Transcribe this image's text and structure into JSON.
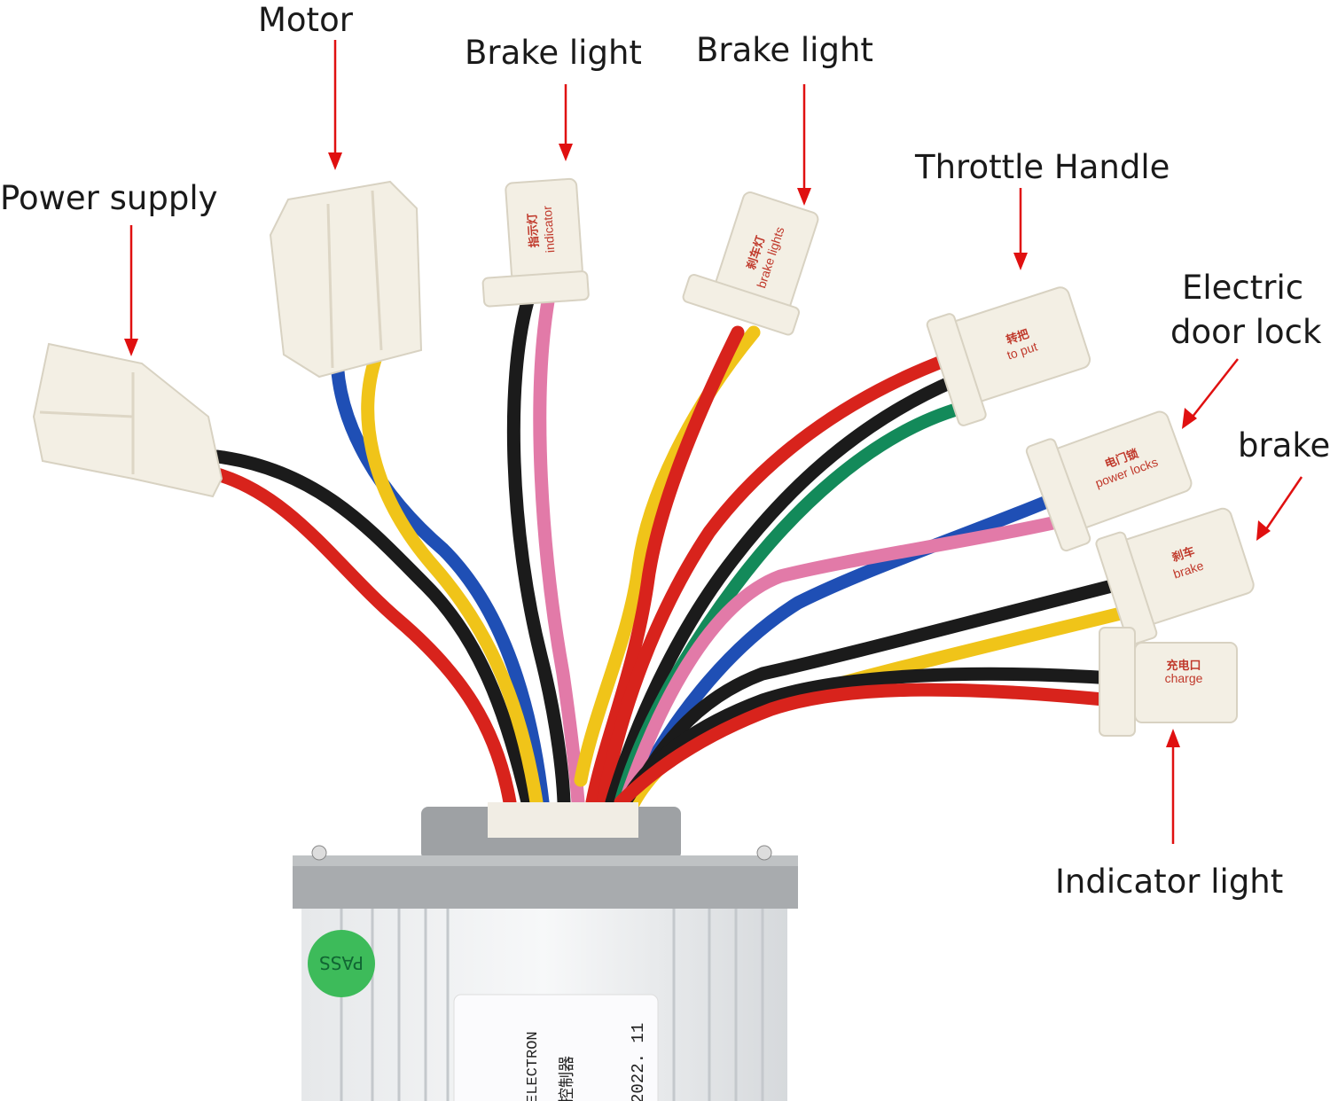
{
  "labels": {
    "power_supply": "Power supply",
    "motor": "Motor",
    "brake_light_1": "Brake light",
    "brake_light_2": "Brake light",
    "throttle_handle": "Throttle Handle",
    "electric_door_lock_line1": "Electric",
    "electric_door_lock_line2": "door lock",
    "brake": "brake",
    "indicator_light": "Indicator light"
  },
  "connector_tags": {
    "indicator": {
      "cn": "指示灯",
      "en": "indicator"
    },
    "brake_lights": {
      "cn": "刹车灯",
      "en": "brake lights"
    },
    "throttle": {
      "cn": "转把",
      "en": "to put"
    },
    "power_locks": {
      "cn": "电门锁",
      "en": "power locks"
    },
    "brake": {
      "cn": "刹车",
      "en": "brake"
    },
    "charge": {
      "cn": "充电口",
      "en": "charge"
    }
  },
  "controller": {
    "pass_sticker": "PASS",
    "label_brand": "ELECTRON",
    "label_cn": "控制器",
    "label_date": "2022. 11"
  },
  "colors": {
    "arrow": "#e01010",
    "wire_red": "#d8231c",
    "wire_black": "#1b1b1b",
    "wire_blue": "#1f4fb5",
    "wire_yellow": "#f0c419",
    "wire_green": "#138a5a",
    "wire_pink": "#e27aa8"
  }
}
